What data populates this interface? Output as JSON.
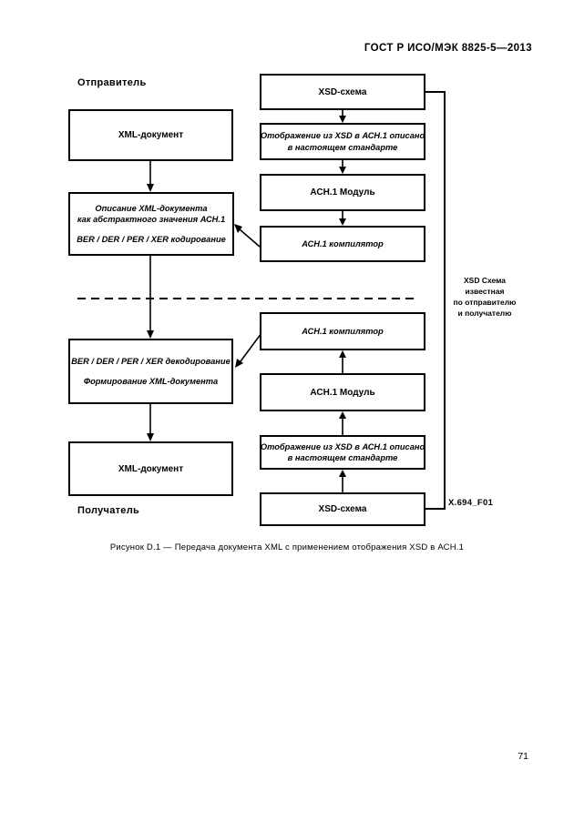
{
  "page": {
    "header": "ГОСТ Р ИСО/МЭК 8825-5—2013",
    "caption": "Рисунок D.1 — Передача документа XML с применением отображения XSD в АСН.1",
    "page_number": "71"
  },
  "diagram": {
    "sender_label": "Отправитель",
    "receiver_label": "Получатель",
    "figure_ref": "X.694_F01",
    "boxes": {
      "xml_doc_top": "XML-документ",
      "encode": {
        "l1": "Описание XML-документа",
        "l2": "как абстрактного значения АСН.1",
        "l3": "BER / DER / PER / XER кодирование"
      },
      "decode": {
        "l1": "BER / DER / PER / XER декодирование",
        "l2": "Формирование XML-документа"
      },
      "xml_doc_bottom": "XML-документ",
      "xsd_schema_top": "XSD-схема",
      "mapping_top": {
        "l1": "Отображение из XSD в АСН.1 описано",
        "l2": "в настоящем стандарте"
      },
      "asn_module_top": "АСН.1 Модуль",
      "asn_compiler_top": "АСН.1 компилятор",
      "asn_compiler_bottom": "АСН.1 компилятор",
      "asn_module_bottom": "АСН.1 Модуль",
      "mapping_bottom": {
        "l1": "Отображение из XSD в АСН.1 описано",
        "l2": "в настоящем стандарте"
      },
      "xsd_schema_bottom": "XSD-схема"
    },
    "side_note": {
      "l1": "XSD Схема",
      "l2": "известная",
      "l3": "по отправителю",
      "l4": "и получателю"
    }
  }
}
